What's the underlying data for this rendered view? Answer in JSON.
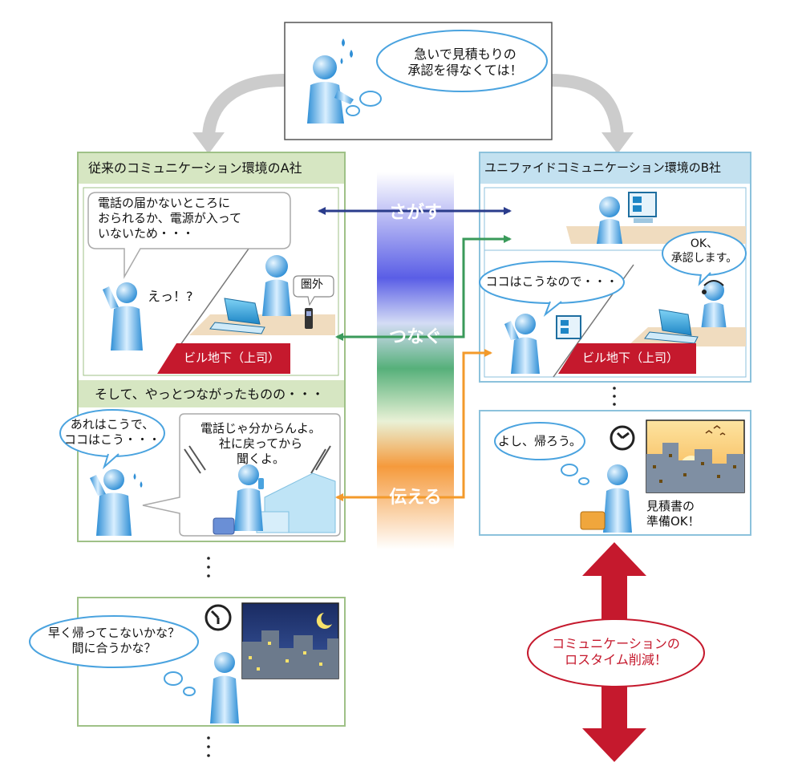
{
  "top": {
    "thought": "急いで見積もりの\n承認を得なくては！"
  },
  "left": {
    "title": "従来のコミュニケーション環境のA社",
    "bubble1": "電話の届かないところに\nおられるか、電源が入って\nいないため・・・",
    "eh": "えっ！?",
    "kengai": "圏外",
    "banner": "ビル地下（上司）",
    "sub_header": "そして、やっとつながったものの・・・",
    "bubble2": "あれはこうで、\nココはこう・・・",
    "phone_text": "電話じゃ分からんよ。\n社に戻ってから\n聞くよ。",
    "night_thought": "早く帰ってこないかな？\n間に合うかな？"
  },
  "center": {
    "labels": [
      "さがす",
      "つなぐ",
      "伝える"
    ]
  },
  "right": {
    "title": "ユニファイドコミュニケーション環境のB社",
    "ok": "OK、\n承認します。",
    "bubble": "ココはこうなので・・・",
    "banner": "ビル地下（上司）",
    "yoshi": "よし、帰ろう。",
    "ready": "見積書の\n準備OK！",
    "reduction": "コミュニケーションの\nロスタイム削減！"
  },
  "colors": {
    "left_header": "#d6e6c2",
    "right_header": "#c3e1f0",
    "green_border": "#9fc187",
    "blue_border": "#8cc2dc",
    "red": "#c5192d",
    "navy": "#2a3c8c",
    "green": "#3a9a5a",
    "orange": "#f39a2b"
  }
}
